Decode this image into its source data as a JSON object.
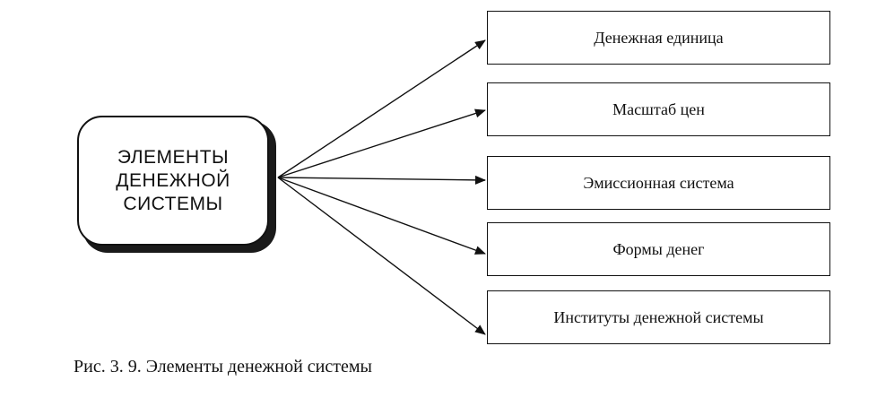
{
  "main_node": {
    "lines": [
      "ЭЛЕМЕНТЫ",
      "ДЕНЕЖНОЙ",
      "СИСТЕМЫ"
    ]
  },
  "targets": [
    {
      "label": "Денежная единица"
    },
    {
      "label": "Масштаб цен"
    },
    {
      "label": "Эмиссионная система"
    },
    {
      "label": "Формы денег"
    },
    {
      "label": "Институты денежной системы"
    }
  ],
  "caption": "Рис. 3. 9. Элементы денежной системы"
}
